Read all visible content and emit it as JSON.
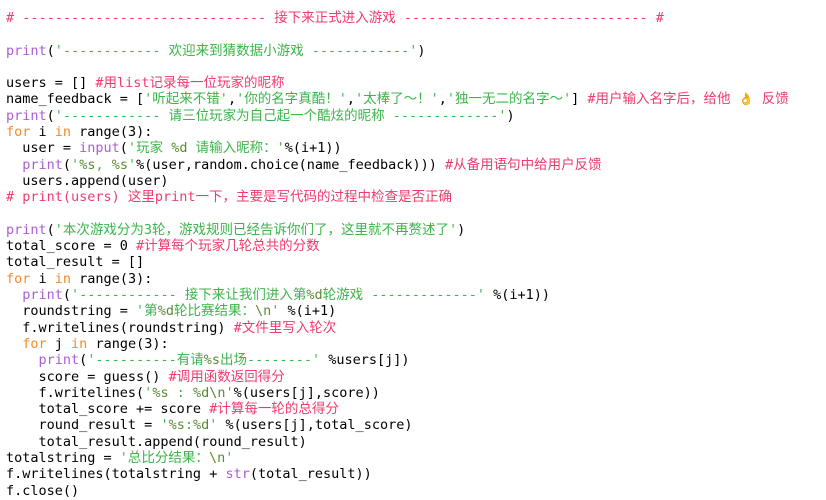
{
  "editor": {
    "name": "python-code-view",
    "language": "Python",
    "background": "#ffffff",
    "colors": {
      "comment": "#ef3b6e",
      "string": "#3bb54a",
      "format_spec": "#5b8a33",
      "builtin_function": "#a95fd1",
      "keyword": "#f28b2c",
      "plain_text": "#000000"
    }
  },
  "code_lines": [
    {
      "id": 1,
      "tokens": [
        {
          "t": "comment",
          "v": "# ------------------------------ 接下来正式进入游戏 ------------------------------ #"
        }
      ]
    },
    {
      "id": 2,
      "tokens": []
    },
    {
      "id": 3,
      "tokens": [
        {
          "t": "builtin",
          "v": "print"
        },
        {
          "t": "plain",
          "v": "("
        },
        {
          "t": "string",
          "v": "'------------ 欢迎来到猜数据小游戏 ------------'"
        },
        {
          "t": "plain",
          "v": ")"
        }
      ]
    },
    {
      "id": 4,
      "tokens": []
    },
    {
      "id": 5,
      "tokens": [
        {
          "t": "plain",
          "v": "users = [] "
        },
        {
          "t": "comment",
          "v": "#用list记录每一位玩家的昵称"
        }
      ]
    },
    {
      "id": 6,
      "tokens": [
        {
          "t": "plain",
          "v": "name_feedback = ["
        },
        {
          "t": "string",
          "v": "'听起来不错'"
        },
        {
          "t": "plain",
          "v": ","
        },
        {
          "t": "string",
          "v": "'你的名字真酷！'"
        },
        {
          "t": "plain",
          "v": ","
        },
        {
          "t": "string",
          "v": "'太棒了～！'"
        },
        {
          "t": "plain",
          "v": ","
        },
        {
          "t": "string",
          "v": "'独一无二的名字～'"
        },
        {
          "t": "plain",
          "v": "] "
        },
        {
          "t": "comment",
          "v": "#用户输入名字后，给他 "
        },
        {
          "t": "emoji",
          "v": "👌"
        },
        {
          "t": "comment",
          "v": " 反馈"
        }
      ]
    },
    {
      "id": 7,
      "tokens": [
        {
          "t": "builtin",
          "v": "print"
        },
        {
          "t": "plain",
          "v": "("
        },
        {
          "t": "string",
          "v": "'------------ 请三位玩家为自己起一个酷炫的昵称 -------------'"
        },
        {
          "t": "plain",
          "v": ")"
        }
      ]
    },
    {
      "id": 8,
      "tokens": [
        {
          "t": "keyword",
          "v": "for"
        },
        {
          "t": "plain",
          "v": " i "
        },
        {
          "t": "keyword",
          "v": "in"
        },
        {
          "t": "plain",
          "v": " range(3):"
        }
      ]
    },
    {
      "id": 9,
      "tokens": [
        {
          "t": "plain",
          "v": "  user = "
        },
        {
          "t": "builtin",
          "v": "input"
        },
        {
          "t": "plain",
          "v": "("
        },
        {
          "t": "string",
          "v": "'玩家 "
        },
        {
          "t": "fmt",
          "v": "%d"
        },
        {
          "t": "string",
          "v": " 请输入昵称：'"
        },
        {
          "t": "plain",
          "v": "%(i+1))"
        }
      ]
    },
    {
      "id": 10,
      "tokens": [
        {
          "t": "plain",
          "v": "  "
        },
        {
          "t": "builtin",
          "v": "print"
        },
        {
          "t": "plain",
          "v": "("
        },
        {
          "t": "string",
          "v": "'"
        },
        {
          "t": "fmt",
          "v": "%s"
        },
        {
          "t": "string",
          "v": ", "
        },
        {
          "t": "fmt",
          "v": "%s"
        },
        {
          "t": "string",
          "v": "'"
        },
        {
          "t": "plain",
          "v": "%(user,random.choice(name_feedback))) "
        },
        {
          "t": "comment",
          "v": "#从备用语句中给用户反馈"
        }
      ]
    },
    {
      "id": 11,
      "tokens": [
        {
          "t": "plain",
          "v": "  users.append(user)"
        }
      ]
    },
    {
      "id": 12,
      "tokens": [
        {
          "t": "comment",
          "v": "# print(users) 这里print一下，主要是写代码的过程中检查是否正确"
        }
      ]
    },
    {
      "id": 13,
      "tokens": []
    },
    {
      "id": 14,
      "tokens": [
        {
          "t": "builtin",
          "v": "print"
        },
        {
          "t": "plain",
          "v": "("
        },
        {
          "t": "string",
          "v": "'本次游戏分为3轮，游戏规则已经告诉你们了，这里就不再赘述了'"
        },
        {
          "t": "plain",
          "v": ")"
        }
      ]
    },
    {
      "id": 15,
      "tokens": [
        {
          "t": "plain",
          "v": "total_score = 0 "
        },
        {
          "t": "comment",
          "v": "#计算每个玩家几轮总共的分数"
        }
      ]
    },
    {
      "id": 16,
      "tokens": [
        {
          "t": "plain",
          "v": "total_result = []"
        }
      ]
    },
    {
      "id": 17,
      "tokens": [
        {
          "t": "keyword",
          "v": "for"
        },
        {
          "t": "plain",
          "v": " i "
        },
        {
          "t": "keyword",
          "v": "in"
        },
        {
          "t": "plain",
          "v": " range(3):"
        }
      ]
    },
    {
      "id": 18,
      "tokens": [
        {
          "t": "plain",
          "v": "  "
        },
        {
          "t": "builtin",
          "v": "print"
        },
        {
          "t": "plain",
          "v": "("
        },
        {
          "t": "string",
          "v": "'------------ 接下来让我们进入第"
        },
        {
          "t": "fmt",
          "v": "%d"
        },
        {
          "t": "string",
          "v": "轮游戏 -------------'"
        },
        {
          "t": "plain",
          "v": " %(i+1))"
        }
      ]
    },
    {
      "id": 19,
      "tokens": [
        {
          "t": "plain",
          "v": "  roundstring = "
        },
        {
          "t": "string",
          "v": "'第"
        },
        {
          "t": "fmt",
          "v": "%d"
        },
        {
          "t": "string",
          "v": "轮比赛结果："
        },
        {
          "t": "fmt",
          "v": "\\n"
        },
        {
          "t": "string",
          "v": "'"
        },
        {
          "t": "plain",
          "v": " %(i+1)"
        }
      ]
    },
    {
      "id": 20,
      "tokens": [
        {
          "t": "plain",
          "v": "  f.writelines(roundstring) "
        },
        {
          "t": "comment",
          "v": "#文件里写入轮次"
        }
      ]
    },
    {
      "id": 21,
      "tokens": [
        {
          "t": "plain",
          "v": "  "
        },
        {
          "t": "keyword",
          "v": "for"
        },
        {
          "t": "plain",
          "v": " j "
        },
        {
          "t": "keyword",
          "v": "in"
        },
        {
          "t": "plain",
          "v": " range(3):"
        }
      ]
    },
    {
      "id": 22,
      "tokens": [
        {
          "t": "plain",
          "v": "    "
        },
        {
          "t": "builtin",
          "v": "print"
        },
        {
          "t": "plain",
          "v": "("
        },
        {
          "t": "string",
          "v": "'----------有请"
        },
        {
          "t": "fmt",
          "v": "%s"
        },
        {
          "t": "string",
          "v": "出场--------'"
        },
        {
          "t": "plain",
          "v": " %users[j])"
        }
      ]
    },
    {
      "id": 23,
      "tokens": [
        {
          "t": "plain",
          "v": "    score = guess() "
        },
        {
          "t": "comment",
          "v": "#调用函数返回得分"
        }
      ]
    },
    {
      "id": 24,
      "tokens": [
        {
          "t": "plain",
          "v": "    f.writelines("
        },
        {
          "t": "string",
          "v": "'"
        },
        {
          "t": "fmt",
          "v": "%s"
        },
        {
          "t": "string",
          "v": " : "
        },
        {
          "t": "fmt",
          "v": "%d"
        },
        {
          "t": "fmt",
          "v": "\\n"
        },
        {
          "t": "string",
          "v": "'"
        },
        {
          "t": "plain",
          "v": "%(users[j],score))"
        }
      ]
    },
    {
      "id": 25,
      "tokens": [
        {
          "t": "plain",
          "v": "    total_score += score "
        },
        {
          "t": "comment",
          "v": "#计算每一轮的总得分"
        }
      ]
    },
    {
      "id": 26,
      "tokens": [
        {
          "t": "plain",
          "v": "    round_result = "
        },
        {
          "t": "string",
          "v": "'"
        },
        {
          "t": "fmt",
          "v": "%s"
        },
        {
          "t": "string",
          "v": ":"
        },
        {
          "t": "fmt",
          "v": "%d"
        },
        {
          "t": "string",
          "v": "'"
        },
        {
          "t": "plain",
          "v": " %(users[j],total_score)"
        }
      ]
    },
    {
      "id": 27,
      "tokens": [
        {
          "t": "plain",
          "v": "    total_result.append(round_result)"
        }
      ]
    },
    {
      "id": 28,
      "tokens": [
        {
          "t": "plain",
          "v": "totalstring = "
        },
        {
          "t": "string",
          "v": "'总比分结果："
        },
        {
          "t": "fmt",
          "v": "\\n"
        },
        {
          "t": "string",
          "v": "'"
        }
      ]
    },
    {
      "id": 29,
      "tokens": [
        {
          "t": "plain",
          "v": "f.writelines(totalstring + "
        },
        {
          "t": "builtin",
          "v": "str"
        },
        {
          "t": "plain",
          "v": "(total_result))"
        }
      ]
    },
    {
      "id": 30,
      "tokens": [
        {
          "t": "plain",
          "v": "f.close()"
        }
      ]
    }
  ]
}
